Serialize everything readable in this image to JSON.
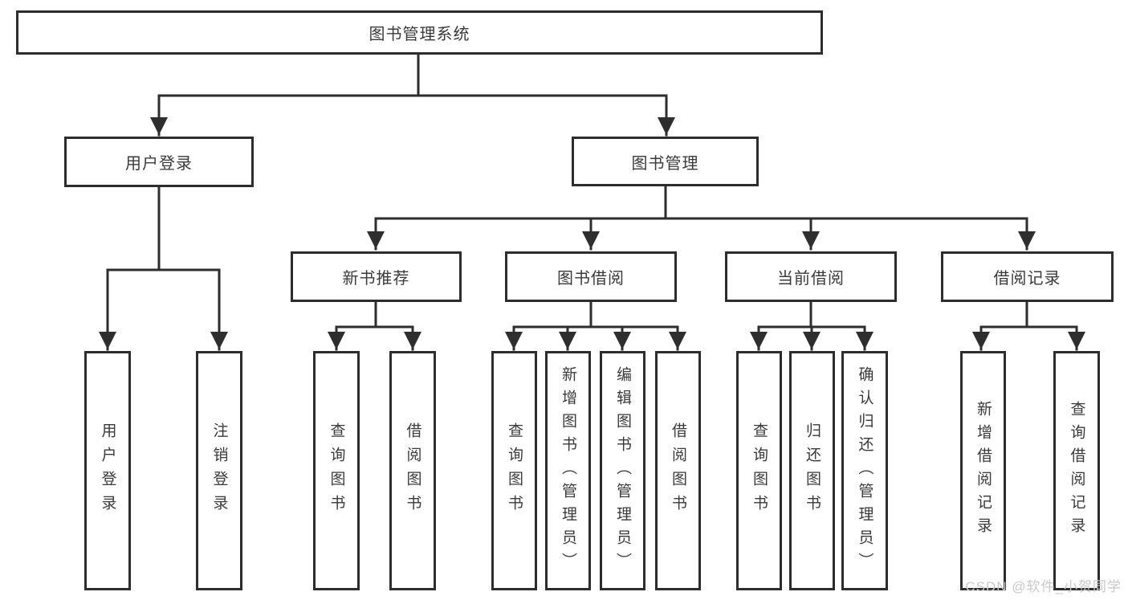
{
  "diagram_type": "hierarchy-tree",
  "tree": {
    "label": "图书管理系统",
    "children": [
      {
        "label": "用户登录",
        "children": [
          {
            "label": "用户登录"
          },
          {
            "label": "注销登录"
          }
        ]
      },
      {
        "label": "图书管理",
        "children": [
          {
            "label": "新书推荐",
            "children": [
              {
                "label": "查询图书"
              },
              {
                "label": "借阅图书"
              }
            ]
          },
          {
            "label": "图书借阅",
            "children": [
              {
                "label": "查询图书"
              },
              {
                "label": "新增图书（管理员）"
              },
              {
                "label": "编辑图书（管理员）"
              },
              {
                "label": "借阅图书"
              }
            ]
          },
          {
            "label": "当前借阅",
            "children": [
              {
                "label": "查询图书"
              },
              {
                "label": "归还图书"
              },
              {
                "label": "确认归还（管理员）"
              }
            ]
          },
          {
            "label": "借阅记录",
            "children": [
              {
                "label": "新增借阅记录"
              },
              {
                "label": "查询借阅记录"
              }
            ]
          }
        ]
      }
    ]
  },
  "watermark": "CSDN @软件_小贺同学",
  "colors": {
    "line": "#2e2e2e",
    "box_border": "#2d2d2d",
    "text": "#3a3a3a",
    "watermark": "#c9c9c9",
    "background": "#ffffff"
  }
}
